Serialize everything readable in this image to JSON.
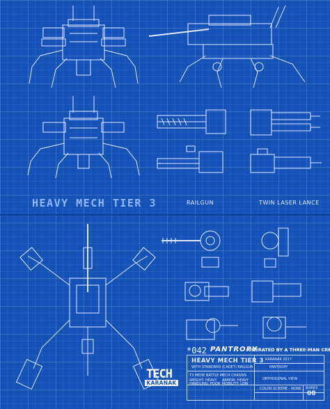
{
  "header": {
    "title": "HEAVY MECH TIER 3",
    "railgun_label": "RAILGUN",
    "laser_label": "TWIN LASER LANCE"
  },
  "footer": {
    "number": "*042",
    "brand": "PANTROPY",
    "operated_text": "OPERATED BY A THREE-MAN CREW"
  },
  "titleblock": {
    "name": "HEAVY MECH TIER 3",
    "description": "WITH STANDARD (CADET) RAILGUN/TWIN LASER LANCE",
    "author": "KARANAK 2017",
    "company": "PANTROPY",
    "series": "T3 MEDE BATTLE MECH CHASSIS",
    "weight_line1": "WEIGHT: HEAVY",
    "weight_line2": "HANDLING: POOR",
    "armor_line1": "ARMOR: HEAVY",
    "armor_line2": "MOBILITY: LOW",
    "view": "ORTHOGONAL VIEW",
    "color_scheme": "COLOR SCHEME - NONE",
    "sheet_label": "NUMBER",
    "sheet_number": "08"
  },
  "logo": {
    "line1": "TECH",
    "line2": "KARANAK"
  },
  "colors": {
    "background": "#1552b8",
    "ink": "#dfeaff",
    "accent": "#8fb8ff"
  }
}
